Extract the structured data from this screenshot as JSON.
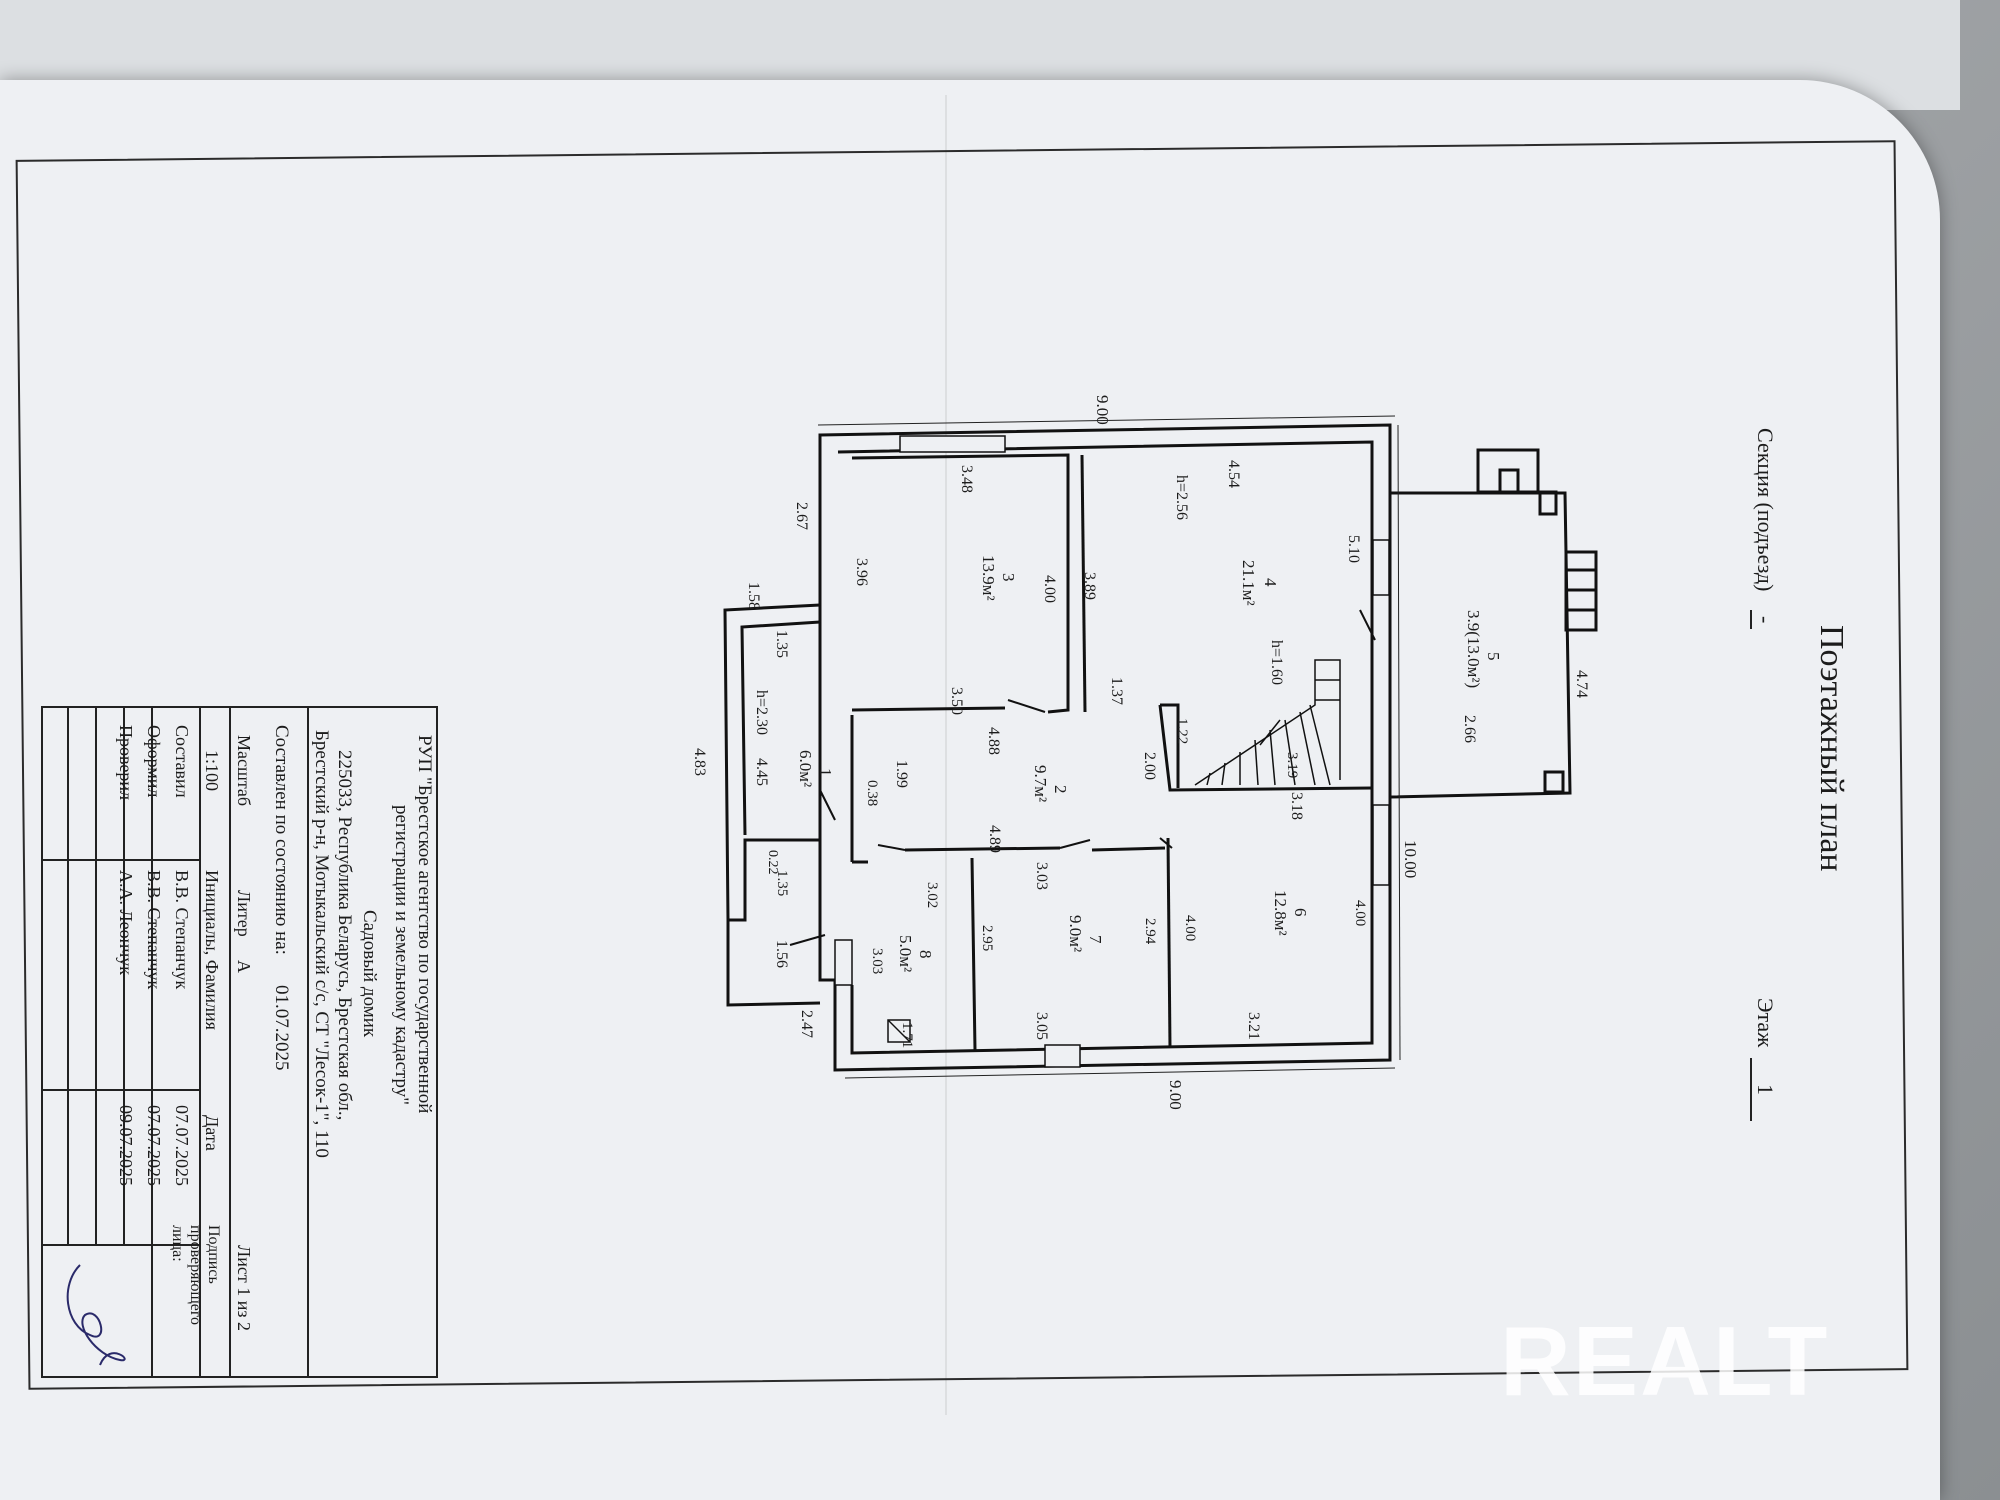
{
  "header": {
    "title": "Поэтажный план",
    "section_label": "Секция (подъезд)",
    "section_value": "-",
    "floor_label": "Этаж",
    "floor_value": "1"
  },
  "rooms": [
    {
      "num": "1",
      "area": "6.0м²",
      "height": "h=2.30"
    },
    {
      "num": "2",
      "area": "9.7м²"
    },
    {
      "num": "3",
      "area": "13.9м²"
    },
    {
      "num": "4",
      "area": "21.1м²",
      "height": "h=2.56",
      "stair_height": "h=1.60"
    },
    {
      "num": "5",
      "area": "3.9(13.0м²)"
    },
    {
      "num": "6",
      "area": "12.8м²"
    },
    {
      "num": "7",
      "area": "9.0м²"
    },
    {
      "num": "8",
      "area": "5.0м²"
    }
  ],
  "dimensions": [
    "9.00",
    "9.00",
    "10.00",
    "3.48",
    "4.54",
    "4.00",
    "3.89",
    "3.96",
    "2.67",
    "1.58",
    "1.35",
    "4.83",
    "4.45",
    "3.50",
    "4.88",
    "1.37",
    "1.22",
    "3.19",
    "2.00",
    "3.18",
    "4.74",
    "2.66",
    "5.10",
    "1.99",
    "0.38",
    "4.89",
    "3.03",
    "3.02",
    "2.95",
    "3.05",
    "2.94",
    "4.00",
    "4.00",
    "3.21",
    "3.03",
    "1.71",
    "2.47",
    "1.35",
    "0.22",
    "1.56"
  ],
  "stamp": {
    "org_line1": "РУП \"Брестское агентство по государственной",
    "org_line2": "регистрации и земельному кадастру\"",
    "object": "Садовый домик",
    "address_line1": "225033, Республика Беларусь, Брестская обл.,",
    "address_line2": "Брестский р-н, Мотыкальский с/с, СТ \"Лесок-1\", 110",
    "state_label": "Составлен по состоянию на:",
    "state_date": "01.07.2025",
    "scale_label": "Масштаб",
    "scale_value": "1:100",
    "liter_label": "Литер",
    "liter_value": "А",
    "sheet": "Лист 1 из 2",
    "col_name": "Инициалы, Фамилия",
    "col_date": "Дата",
    "col_sign": "Подпись проверяющего лица:",
    "rows": [
      {
        "role": "Составил",
        "name": "В.В. Степанчук",
        "date": "07.07.2025"
      },
      {
        "role": "Оформил",
        "name": "В.В. Степанчук",
        "date": "07.07.2025"
      },
      {
        "role": "Проверил",
        "name": "А.А. Леончук",
        "date": "09.07.2025"
      }
    ]
  },
  "watermark": "REALT"
}
